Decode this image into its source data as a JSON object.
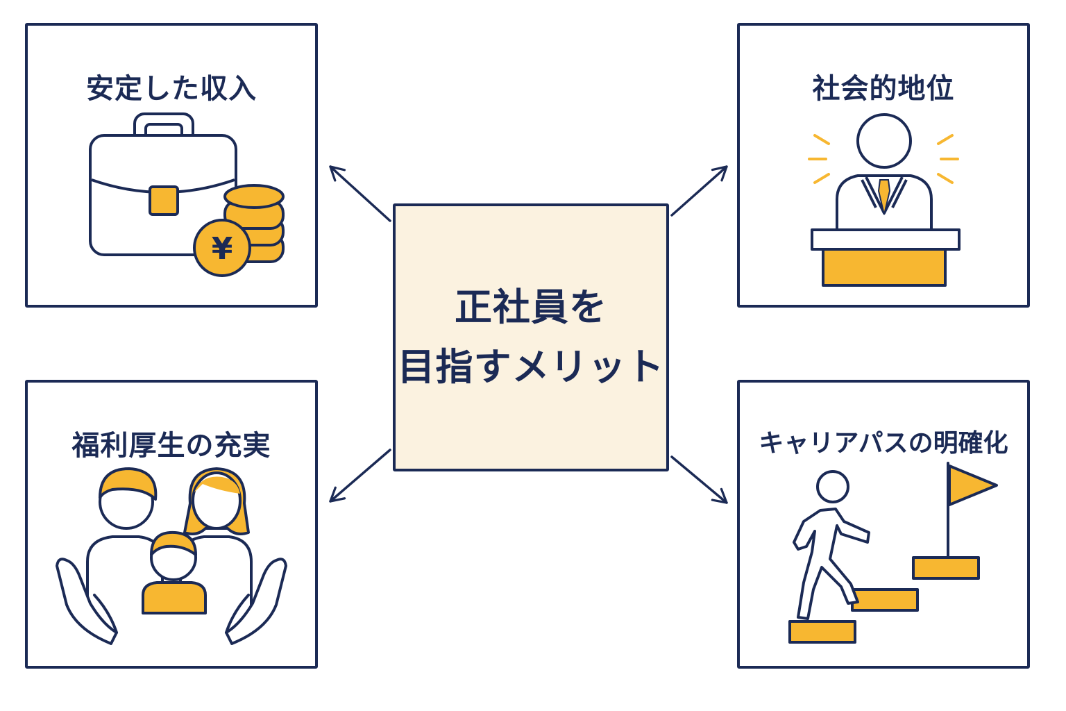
{
  "center": {
    "line1": "正社員を",
    "line2": "目指すメリット"
  },
  "benefits": [
    {
      "title": "安定した収入",
      "icon": "briefcase-yen-coins-icon"
    },
    {
      "title": "社会的地位",
      "icon": "speaker-at-podium-icon"
    },
    {
      "title": "福利厚生の充実",
      "icon": "family-in-hands-icon"
    },
    {
      "title": "キャリアパスの明確化",
      "icon": "person-climbing-steps-flag-icon"
    }
  ],
  "coin_symbol": "¥",
  "colors": {
    "navy": "#1b2a55",
    "accent": "#f7b731",
    "center_fill": "#fbf2e0"
  }
}
